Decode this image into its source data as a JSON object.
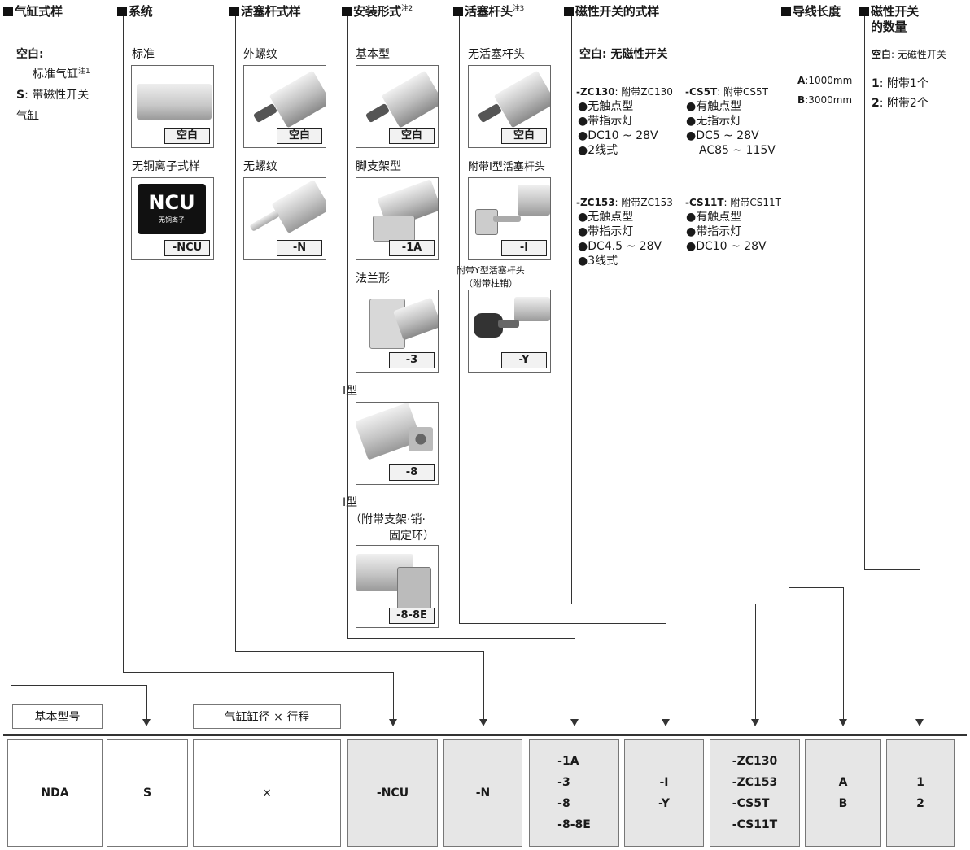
{
  "headers": {
    "cylinder_spec": "气缸式样",
    "series": "系统",
    "rod_spec": "活塞杆式样",
    "mount": "安装形式",
    "mount_note": "注2",
    "rod_end": "活塞杆头",
    "rod_end_note": "注3",
    "switch_spec": "磁性开关的式样",
    "lead": "导线长度",
    "switch_count_1": "磁性开关",
    "switch_count_2": "的数量"
  },
  "cylinder_spec": {
    "blank_label": "空白:",
    "blank_desc": "标准气缸",
    "blank_note": "注1",
    "s_code": "S",
    "s_desc": ": 带磁性开关",
    "s_desc2": "气缸"
  },
  "series": {
    "standard_label": "标准",
    "standard_tag": "空白",
    "ncu_label": "无铜离子式样",
    "ncu_logo": "NCU",
    "ncu_logo_sub": "无铜离子",
    "ncu_tag": "-NCU"
  },
  "rod_spec": {
    "male_label": "外螺纹",
    "male_tag": "空白",
    "none_label": "无螺纹",
    "none_tag": "-N"
  },
  "mount": {
    "basic_label": "基本型",
    "basic_tag": "空白",
    "foot_label": "脚支架型",
    "foot_tag": "-1A",
    "flange_label": "法兰形",
    "flange_tag": "-3",
    "i_label": "I型",
    "i_tag": "-8",
    "i2_label": "I型",
    "i2_desc1": "（附带支架·销·",
    "i2_desc2": "固定环）",
    "i2_tag": "-8-8E"
  },
  "rod_end": {
    "none_label": "无活塞杆头",
    "none_tag": "空白",
    "i_label": "附带I型活塞杆头",
    "i_tag": "-I",
    "y_label": "附带Y型活塞杆头",
    "y_label2": "（附带柱销）",
    "y_tag": "-Y"
  },
  "switch": {
    "blank": "空白: 无磁性开关",
    "zc130_code": "-ZC130",
    "zc130_title": ": 附带ZC130",
    "zc130_lines": [
      "●无触点型",
      "●带指示灯",
      "●DC10 ~ 28V",
      "●2线式"
    ],
    "cs5t_code": "-CS5T",
    "cs5t_title": ": 附带CS5T",
    "cs5t_lines": [
      "●有触点型",
      "●无指示灯",
      "●DC5 ~ 28V",
      "AC85 ~ 115V"
    ],
    "zc153_code": "-ZC153",
    "zc153_title": ": 附带ZC153",
    "zc153_lines": [
      "●无触点型",
      "●带指示灯",
      "●DC4.5 ~ 28V",
      "●3线式"
    ],
    "cs11t_code": "-CS11T",
    "cs11t_title": ": 附带CS11T",
    "cs11t_lines": [
      "●有触点型",
      "●带指示灯",
      "●DC10 ~ 28V"
    ]
  },
  "lead": {
    "a_code": "A",
    "a_val": ":1000mm",
    "b_code": "B",
    "b_val": ":3000mm"
  },
  "count": {
    "blank": "空白",
    "blank_desc": ": 无磁性开关",
    "one_code": "1",
    "one_desc": ": 附带1个",
    "two_code": "2",
    "two_desc": ": 附带2个"
  },
  "bottom": {
    "basic_model_label": "基本型号",
    "bore_stroke_label": "气缸缸径 × 行程",
    "nda": "NDA",
    "s": "S",
    "times": "×",
    "ncu": "-NCU",
    "n": "-N",
    "mount_codes": [
      "-1A",
      "-3",
      "-8",
      "-8-8E"
    ],
    "rod_end_codes": [
      "-I",
      "-Y"
    ],
    "switch_codes": [
      "-ZC130",
      "-ZC153",
      "-CS5T",
      "-CS11T"
    ],
    "lead_codes": [
      "A",
      "B"
    ],
    "count_codes": [
      "1",
      "2"
    ]
  }
}
